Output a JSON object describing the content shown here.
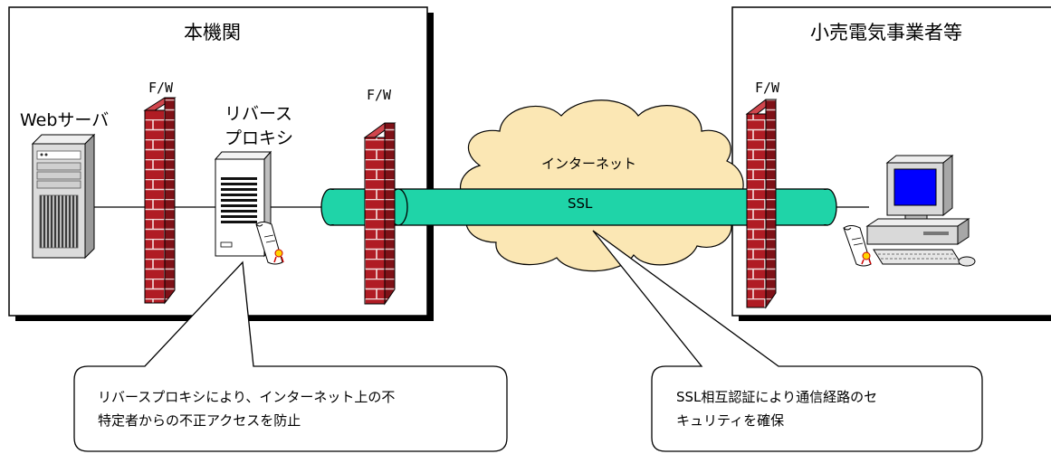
{
  "left_box": {
    "title": "本機関"
  },
  "right_box": {
    "title": "小売電気事業者等"
  },
  "firewall_label": "F/W",
  "web_server_label": "Webサーバ",
  "reverse_proxy_label": [
    "リバース",
    "プロキシ"
  ],
  "internet_label": "インターネット",
  "ssl_label": "SSL",
  "callout_left": {
    "lines": [
      "リバースプロキシにより、インターネット上の不",
      "特定者からの不正アクセスを防止"
    ]
  },
  "callout_right": {
    "lines": [
      "SSL相互認証により通信経路のセ",
      "キュリティを確保"
    ]
  },
  "colors": {
    "tube_fill": "#1fd4a8",
    "cloud_fill": "#fbe7b4",
    "brick_fill": "#b01c24",
    "monitor_screen": "#0000ff",
    "machine_fill": "#d9d9d9"
  }
}
